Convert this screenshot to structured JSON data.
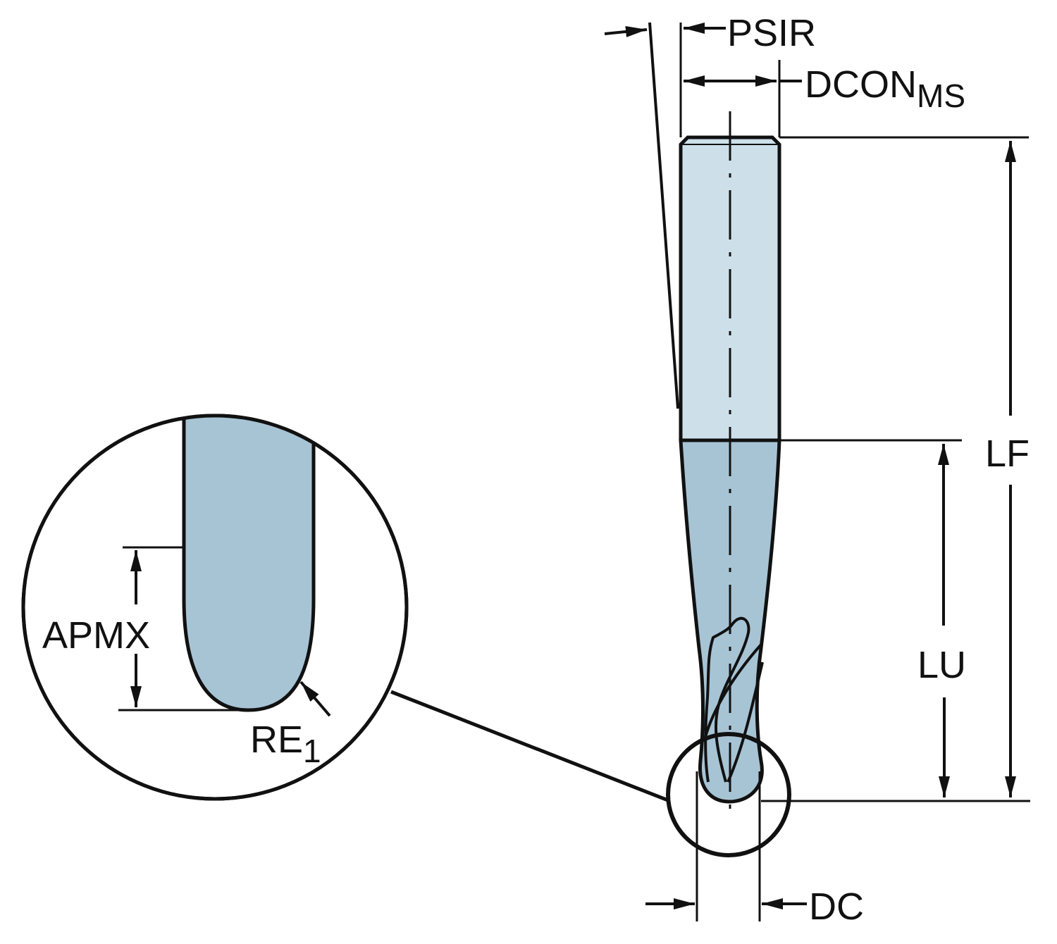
{
  "diagram": {
    "title": "Ball nose end mill dimension drawing",
    "colors": {
      "shank_fill": "#cde0ea",
      "neck_fill": "#a7c4d5",
      "line": "#111111",
      "background": "#ffffff"
    },
    "labels": {
      "psir": "PSIR",
      "dcon_main": "DCON",
      "dcon_sub": "MS",
      "lf": "LF",
      "lu": "LU",
      "dc": "DC",
      "apmx": "APMX",
      "re_main": "RE",
      "re_sub": "1"
    },
    "parts": [
      "shank",
      "neck",
      "ball-nose cutting head",
      "detail magnifier"
    ]
  }
}
